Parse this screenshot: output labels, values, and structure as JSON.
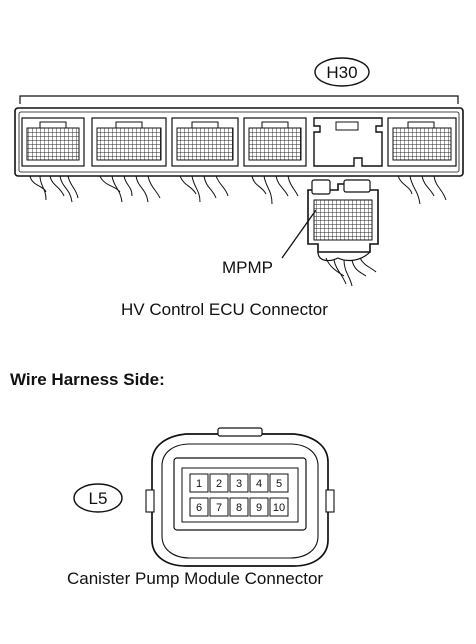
{
  "top_connector": {
    "code": "H30",
    "terminal": "MPMP",
    "caption": "HV Control ECU Connector"
  },
  "section": {
    "heading": "Wire Harness Side:"
  },
  "bottom_connector": {
    "code": "L5",
    "caption": "Canister Pump Module Connector",
    "pins_top": [
      "1",
      "2",
      "3",
      "4",
      "5"
    ],
    "pins_bottom": [
      "6",
      "7",
      "8",
      "9",
      "10"
    ]
  }
}
